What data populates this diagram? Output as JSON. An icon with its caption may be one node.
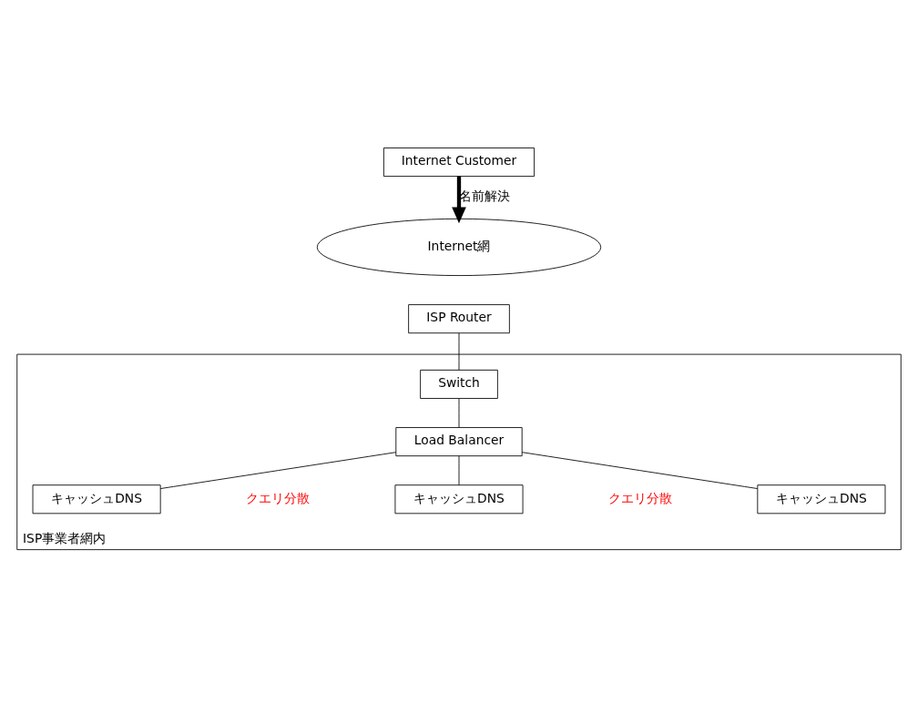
{
  "diagram": {
    "nodes": [
      {
        "text": [
          "Internet Customer"
        ]
      },
      {
        "text": [
          "Internet網"
        ]
      },
      {
        "text": [
          "ISP Router"
        ]
      },
      {
        "text": [
          "ISP事業者網内"
        ]
      },
      {
        "text": [
          "Switch"
        ],
        "in": 3
      },
      {
        "text": [
          "Load Balancer"
        ],
        "in": 3
      },
      {
        "text": [
          "キャッシュDNS"
        ],
        "in": 3
      },
      {
        "text": [
          "キャッシュDNS"
        ],
        "in": 3
      },
      {
        "text": [
          "キャッシュDNS"
        ],
        "in": 3
      }
    ],
    "edges": [
      {
        "from": 0,
        "to": 1,
        "arrow": "to",
        "label": "名前解決",
        "style": "thick"
      },
      {
        "from": 2,
        "to": 4,
        "arrow": "none"
      },
      {
        "from": 4,
        "to": 5,
        "arrow": "none"
      },
      {
        "from": 5,
        "to": 6,
        "arrow": "none"
      },
      {
        "from": 5,
        "to": 7,
        "arrow": "none"
      },
      {
        "from": 5,
        "to": 8,
        "arrow": "none"
      }
    ],
    "labels": [
      "クエリ分散",
      "クエリ分散"
    ]
  }
}
